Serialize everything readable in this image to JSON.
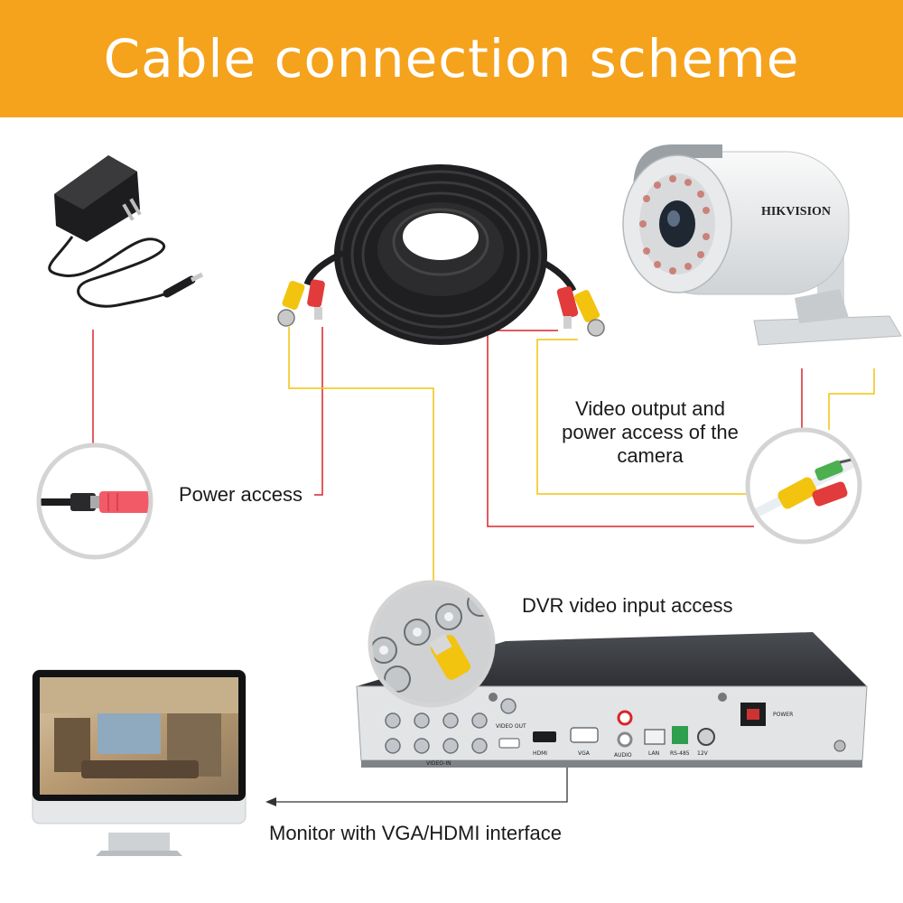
{
  "header": {
    "title": "Cable connection scheme"
  },
  "labels": {
    "power_access": "Power access",
    "camera_output": "Video output and power access of the camera",
    "dvr_input": "DVR video input access",
    "monitor_interface": "Monitor with VGA/HDMI interface"
  },
  "camera": {
    "brand": "HIKVISION"
  },
  "dvr": {
    "port_labels": {
      "video_in": "VIDEO-IN",
      "video_out": "VIDEO OUT",
      "hdmi": "HDMI",
      "vga": "VGA",
      "audio": "AUDIO",
      "lan": "LAN",
      "rs485": "RS-485",
      "dc12v": "12V",
      "power": "POWER"
    }
  },
  "colors": {
    "header_bg": "#f5a21c",
    "power_line": "#d9252a",
    "video_line": "#f2c40f",
    "cable": "#2a2a2a"
  }
}
